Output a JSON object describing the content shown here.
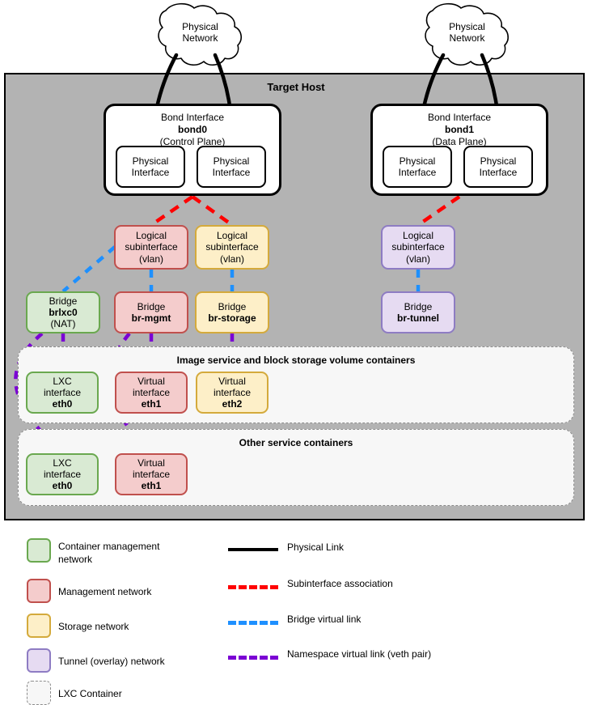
{
  "diagram": {
    "title": "Target Host",
    "clouds": [
      {
        "id": "cloud-left",
        "line1": "Physical",
        "line2": "Network"
      },
      {
        "id": "cloud-right",
        "line1": "Physical",
        "line2": "Network"
      }
    ],
    "bonds": [
      {
        "id": "bond0",
        "caption": "Bond Interface",
        "name": "bond0",
        "role": "(Control Plane)",
        "members": [
          {
            "line1": "Physical",
            "line2": "Interface"
          },
          {
            "line1": "Physical",
            "line2": "Interface"
          }
        ]
      },
      {
        "id": "bond1",
        "caption": "Bond Interface",
        "name": "bond1",
        "role": "(Data Plane)",
        "members": [
          {
            "line1": "Physical",
            "line2": "Interface"
          },
          {
            "line1": "Physical",
            "line2": "Interface"
          }
        ]
      }
    ],
    "subinterfaces": [
      {
        "id": "sub-mgmt",
        "line1": "Logical",
        "line2": "subinterface",
        "line3": "(vlan)",
        "color": "red"
      },
      {
        "id": "sub-storage",
        "line1": "Logical",
        "line2": "subinterface",
        "line3": "(vlan)",
        "color": "yellow"
      },
      {
        "id": "sub-tunnel",
        "line1": "Logical",
        "line2": "subinterface",
        "line3": "(vlan)",
        "color": "purple"
      }
    ],
    "bridges": [
      {
        "id": "br-lxc",
        "line1": "Bridge",
        "name": "brlxc0",
        "line3": "(NAT)",
        "color": "green"
      },
      {
        "id": "br-mgmt",
        "line1": "Bridge",
        "name": "br-mgmt",
        "line3": "",
        "color": "red"
      },
      {
        "id": "br-storage",
        "line1": "Bridge",
        "name": "br-storage",
        "line3": "",
        "color": "yellow"
      },
      {
        "id": "br-tunnel",
        "line1": "Bridge",
        "name": "br-tunnel",
        "line3": "",
        "color": "purple"
      }
    ],
    "containers": [
      {
        "id": "container-image-block",
        "title": "Image service and block storage volume containers",
        "interfaces": [
          {
            "line1": "LXC",
            "line2": "interface",
            "name": "eth0",
            "color": "green"
          },
          {
            "line1": "Virtual",
            "line2": "interface",
            "name": "eth1",
            "color": "red"
          },
          {
            "line1": "Virtual",
            "line2": "interface",
            "name": "eth2",
            "color": "yellow"
          }
        ]
      },
      {
        "id": "container-other",
        "title": "Other service containers",
        "interfaces": [
          {
            "line1": "LXC",
            "line2": "interface",
            "name": "eth0",
            "color": "green"
          },
          {
            "line1": "Virtual",
            "line2": "interface",
            "name": "eth1",
            "color": "red"
          }
        ]
      }
    ]
  },
  "legend": {
    "swatches": [
      {
        "id": "legend-container-mgmt",
        "label": "Container management network",
        "fill": "#d9ead3",
        "border": "#6aa84f"
      },
      {
        "id": "legend-mgmt",
        "label": "Management network",
        "fill": "#f4cccc",
        "border": "#c0504d"
      },
      {
        "id": "legend-storage",
        "label": "Storage network",
        "fill": "#fdefc8",
        "border": "#d4aa3c"
      },
      {
        "id": "legend-tunnel",
        "label": "Tunnel (overlay) network",
        "fill": "#e6dbf2",
        "border": "#8e7cc3"
      },
      {
        "id": "legend-lxc",
        "label": "LXC Container",
        "fill": "#f7f7f7",
        "border": "#8c8c8c"
      }
    ],
    "lines": [
      {
        "id": "legend-physical-link",
        "label": "Physical Link",
        "color": "#000000",
        "style": "solid"
      },
      {
        "id": "legend-subif-assoc",
        "label": "Subinterface association",
        "color": "#ff0000",
        "style": "dash"
      },
      {
        "id": "legend-bridge-link",
        "label": "Bridge virtual link",
        "color": "#1e90ff",
        "style": "dash"
      },
      {
        "id": "legend-veth-link",
        "label": "Namespace virtual link (veth pair)",
        "color": "#7b00d4",
        "style": "dash"
      }
    ]
  },
  "colors": {
    "host_fill": "#b3b3b3",
    "green_fill": "#d9ead3",
    "green_border": "#6aa84f",
    "red_fill": "#f4cccc",
    "red_border": "#c0504d",
    "yellow_fill": "#fdefc8",
    "yellow_border": "#d4aa3c",
    "purple_fill": "#e6dbf2",
    "purple_border": "#8e7cc3",
    "physical_link": "#000000",
    "subif_link": "#ff0000",
    "bridge_link": "#1e90ff",
    "veth_link": "#7b00d4"
  }
}
